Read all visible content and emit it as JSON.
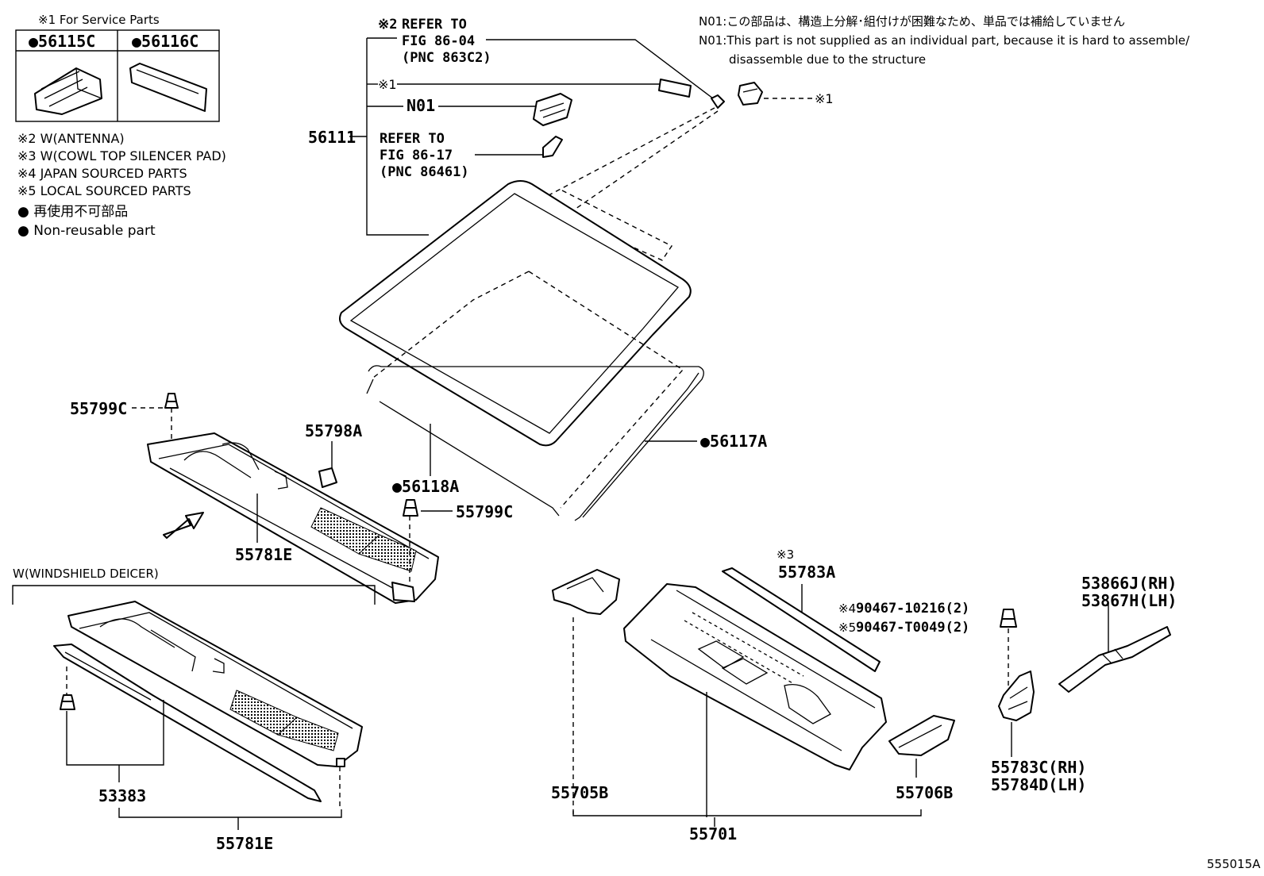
{
  "legend": {
    "service_header": "※1 For Service Parts",
    "service_parts": [
      "●56115C",
      "●56116C"
    ],
    "notes": [
      "※2 W(ANTENNA)",
      "※3 W(COWL TOP SILENCER PAD)",
      "※4 JAPAN SOURCED PARTS",
      "※5 LOCAL SOURCED PARTS",
      "● 再使用不可部品",
      "● Non-reusable part"
    ]
  },
  "n01_note": {
    "jp": "N01:この部品は、構造上分解･組付けが困難なため、単品では補給していません",
    "en_line1": "N01:This part is not supplied as an individual part, because it is hard to assemble/",
    "en_line2": "disassemble due to the structure"
  },
  "refer_top": {
    "mark": "※2",
    "line1": "REFER TO",
    "line2": "FIG 86-04",
    "line3": "(PNC 863C2)"
  },
  "refer_mid": {
    "line1": "REFER TO",
    "line2": "FIG 86-17",
    "line3": "(PNC 86461)"
  },
  "callouts": {
    "mark1_a": "※1",
    "mark1_b": "※1",
    "n01": "N01",
    "p56111": "56111",
    "p56117a": "●56117A",
    "p56118a": "●56118A",
    "p55799c_a": "55799C",
    "p55799c_b": "55799C",
    "p55798a": "55798A",
    "p55781e_a": "55781E",
    "p55781e_b": "55781E",
    "p53383": "53383",
    "deicer_header": "W(WINDSHIELD DEICER)",
    "mark3": "※3",
    "p55783a": "55783A",
    "mark4": "※4",
    "mark5": "※5",
    "p90467_10216": "90467-10216(2)",
    "p90467_t0049": "90467-T0049(2)",
    "p53866j": "53866J(RH)",
    "p53867h": "53867H(LH)",
    "p55705b": "55705B",
    "p55706b": "55706B",
    "p55701": "55701",
    "p55783c": "55783C(RH)",
    "p55784d": "55784D(LH)",
    "figure_id": "555015A"
  }
}
